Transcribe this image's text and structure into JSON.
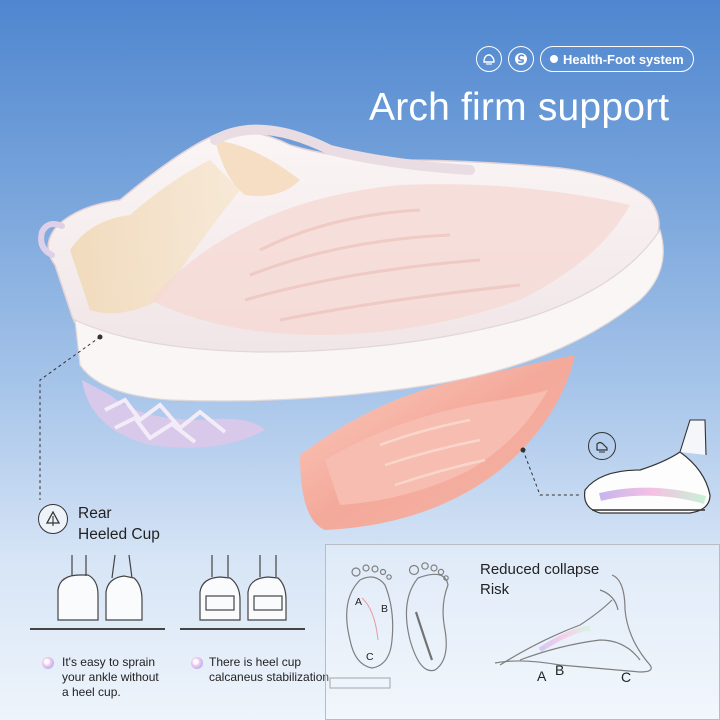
{
  "header": {
    "badge_label": "Health-Foot system",
    "headline": "Arch firm support"
  },
  "callouts": {
    "rear_heel_cup": [
      "Rear",
      "Heeled Cup"
    ]
  },
  "comparison": {
    "without_cup": [
      "It's easy to sprain",
      "your ankle without",
      "a heel cup."
    ],
    "with_cup": [
      "There is heel cup",
      "calcaneus stabilization"
    ]
  },
  "panel": {
    "title": [
      "Reduced collapse",
      "Risk"
    ],
    "footprint_labels": [
      "A",
      "B",
      "C"
    ],
    "skeleton_labels": [
      "A",
      "B",
      "C"
    ]
  },
  "icons": {
    "badge_icon_1": "shoe-sole-icon",
    "badge_icon_2": "s-swirl-logo-icon",
    "rear_icon": "heel-cup-icon",
    "side_icon": "foot-arch-icon"
  },
  "colors": {
    "sky_top": "#4f86cf",
    "sky_bottom": "#eef4fb",
    "insole": "#f4a99a",
    "shoe": "#f7eff0",
    "sole_accent": "#c9b7e3"
  }
}
